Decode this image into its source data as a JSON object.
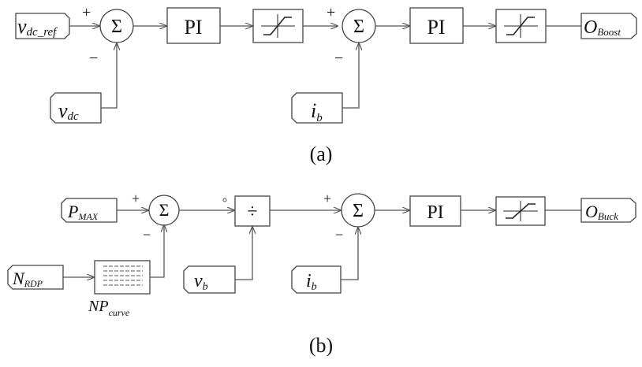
{
  "panel_a": {
    "caption": "(a)",
    "in_ref": {
      "main": "v",
      "sub": "dc_ref"
    },
    "in_fb1": {
      "main": "v",
      "sub": "dc"
    },
    "in_fb2": {
      "main": "i",
      "sub": "b"
    },
    "pi1": "PI",
    "pi2": "PI",
    "sum_symbol": "Σ",
    "plus": "+",
    "minus": "−",
    "output": {
      "main": "O",
      "sub": "Boost"
    }
  },
  "panel_b": {
    "caption": "(b)",
    "in_pmax": {
      "main": "P",
      "sub": "MAX"
    },
    "in_nrdp": {
      "main": "N",
      "sub": "RDP"
    },
    "in_vb": {
      "main": "v",
      "sub": "b"
    },
    "in_ib": {
      "main": "i",
      "sub": "b"
    },
    "lookup_label": {
      "main": "NP",
      "sub": "curve"
    },
    "divide_symbol": "÷",
    "pi": "PI",
    "sum_symbol": "Σ",
    "plus": "+",
    "minus": "−",
    "output": {
      "main": "O",
      "sub": "Buck"
    }
  }
}
